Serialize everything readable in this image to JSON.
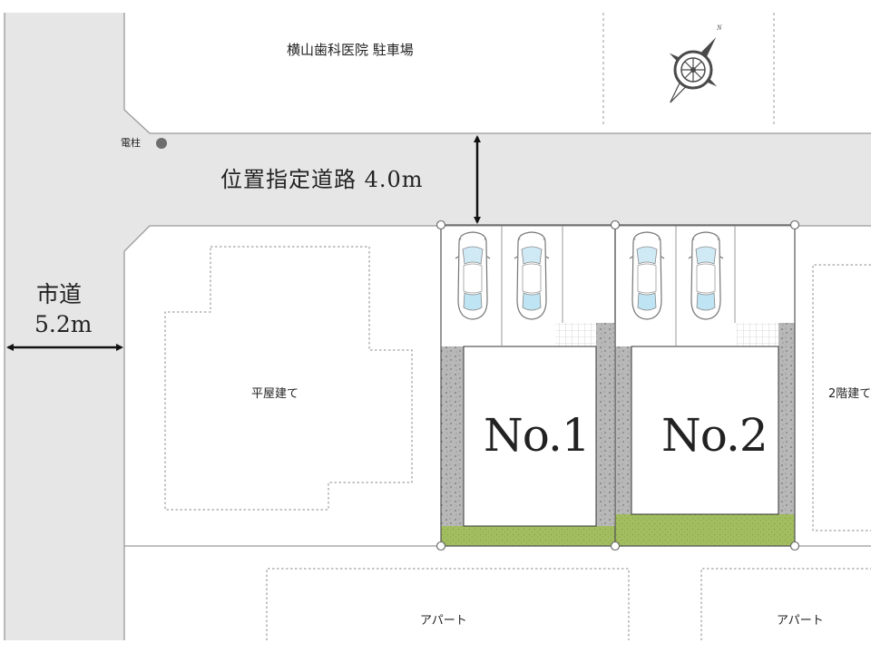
{
  "labels": {
    "north_lot": "横山歯科医院 駐車場",
    "utility_pole": "電柱",
    "north_road": "位置指定道路 4.0m",
    "west_road_name": "市道",
    "west_road_width": "5.2m",
    "west_house": "平屋建て",
    "east_house": "2階建て",
    "lot1": "No.1",
    "lot2": "No.2",
    "apartment_left": "アパート",
    "apartment_right": "アパート"
  },
  "compass": {
    "north_mark": "N"
  },
  "colors": {
    "road": "#e6e6e6",
    "road_edge": "#9a9a9a",
    "lot_border": "#5a5a5a",
    "gravel": "#b8b8b8",
    "lawn": "#a2bd5f",
    "car_window": "#bfe4f3",
    "compass": "#4a4a4a"
  },
  "icons": {
    "compass": "compass-rose-icon",
    "pole": "utility-pole-icon",
    "car": "car-icon",
    "arrow": "double-arrow-icon"
  }
}
